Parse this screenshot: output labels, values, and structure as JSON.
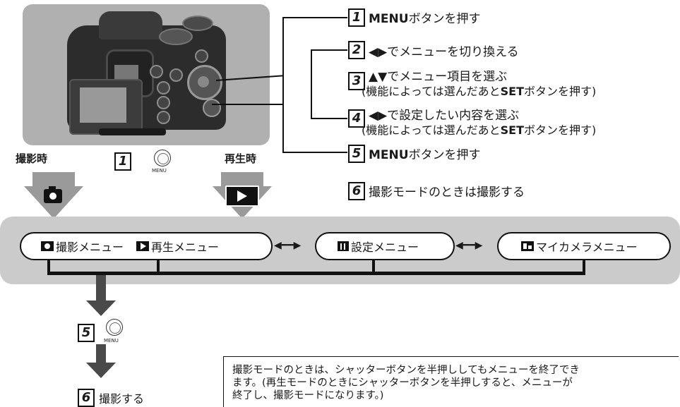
{
  "left": {
    "shooting_label": "撮影時",
    "playback_label": "再生時",
    "step1_num": "1",
    "menu_button_text": "MENU"
  },
  "steps": [
    {
      "num": "1",
      "prefix": "",
      "bold": "MENU",
      "text": "ボタンを押す",
      "sub": ""
    },
    {
      "num": "2",
      "prefix": "◀▶",
      "bold": "",
      "text": "でメニューを切り換える",
      "sub": ""
    },
    {
      "num": "3",
      "prefix": "▲▼",
      "bold": "",
      "text": "でメニュー項目を選ぶ",
      "sub_pre": "(機能によっては選んだあと",
      "sub_bold": "SET",
      "sub_post": "ボタンを押す)"
    },
    {
      "num": "4",
      "prefix": "◀▶",
      "bold": "",
      "text": "で設定したい内容を選ぶ",
      "sub_pre": "(機能によっては選んだあと",
      "sub_bold": "SET",
      "sub_post": "ボタンを押す)"
    },
    {
      "num": "5",
      "prefix": "",
      "bold": "MENU",
      "text": "ボタンを押す",
      "sub": ""
    },
    {
      "num": "6",
      "prefix": "",
      "bold": "",
      "text": "撮影モードのときは撮影する",
      "sub": ""
    }
  ],
  "menus": {
    "shooting": "撮影メニュー",
    "playback": "再生メニュー",
    "setup": "設定メニュー",
    "mycamera": "マイカメラメニュー"
  },
  "bottom": {
    "step5_num": "5",
    "step6_num": "6",
    "step6_text": "撮影する",
    "menu_button_text": "MENU"
  },
  "note": {
    "line1": "撮影モードのときは、シャッターボタンを半押ししてもメニューを終了でき",
    "line2": "ます。(再生モードのときにシャッターボタンを半押しすると、メニューが",
    "line3": "終了し、撮影モードになります。)"
  },
  "colors": {
    "band": "#cbcbcb",
    "camera_panel": "#b0b0b0",
    "arrow_gray": "#9a9a9a",
    "ink": "#111111"
  },
  "icons": [
    "camera-icon",
    "play-icon",
    "wrench-icon",
    "mycamera-icon",
    "menu-button-icon"
  ]
}
